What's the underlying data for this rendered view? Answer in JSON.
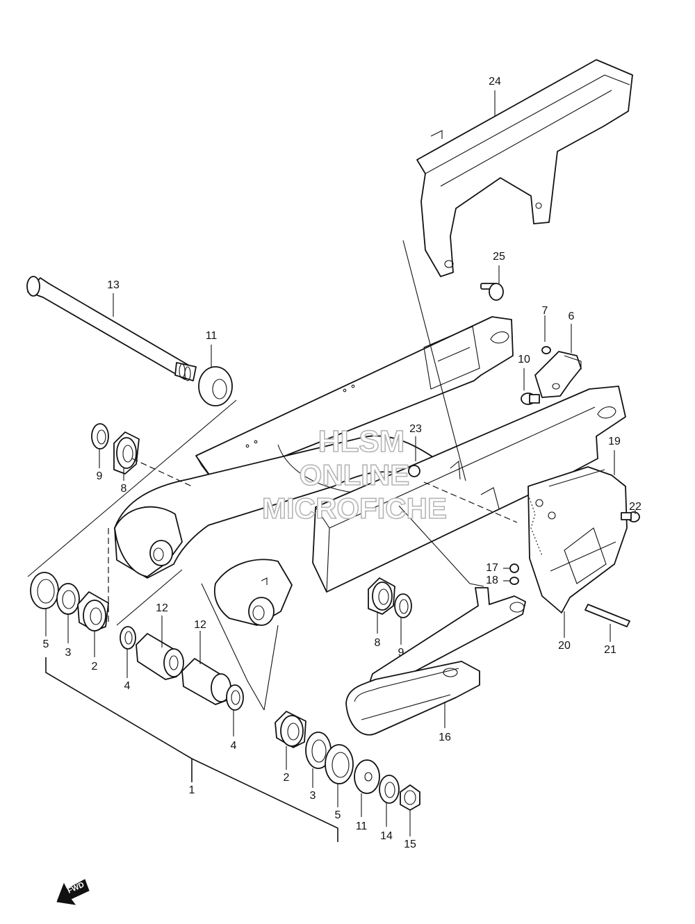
{
  "parts": [
    {
      "id": "p1",
      "label": "1"
    },
    {
      "id": "p2a",
      "label": "2"
    },
    {
      "id": "p2b",
      "label": "2"
    },
    {
      "id": "p3a",
      "label": "3"
    },
    {
      "id": "p3b",
      "label": "3"
    },
    {
      "id": "p4a",
      "label": "4"
    },
    {
      "id": "p4b",
      "label": "4"
    },
    {
      "id": "p5a",
      "label": "5"
    },
    {
      "id": "p5b",
      "label": "5"
    },
    {
      "id": "p6",
      "label": "6"
    },
    {
      "id": "p7",
      "label": "7"
    },
    {
      "id": "p8a",
      "label": "8"
    },
    {
      "id": "p8b",
      "label": "8"
    },
    {
      "id": "p9a",
      "label": "9"
    },
    {
      "id": "p9b",
      "label": "9"
    },
    {
      "id": "p10",
      "label": "10"
    },
    {
      "id": "p11a",
      "label": "11"
    },
    {
      "id": "p11b",
      "label": "11"
    },
    {
      "id": "p12a",
      "label": "12"
    },
    {
      "id": "p12b",
      "label": "12"
    },
    {
      "id": "p13",
      "label": "13"
    },
    {
      "id": "p14",
      "label": "14"
    },
    {
      "id": "p15",
      "label": "15"
    },
    {
      "id": "p16",
      "label": "16"
    },
    {
      "id": "p17",
      "label": "17"
    },
    {
      "id": "p18",
      "label": "18"
    },
    {
      "id": "p19",
      "label": "19"
    },
    {
      "id": "p20",
      "label": "20"
    },
    {
      "id": "p21",
      "label": "21"
    },
    {
      "id": "p22",
      "label": "22"
    },
    {
      "id": "p23",
      "label": "23"
    },
    {
      "id": "p24",
      "label": "24"
    },
    {
      "id": "p25",
      "label": "25"
    }
  ],
  "watermark": {
    "line1": "HLSM",
    "line2": "ONLINE",
    "line3": "MICROFICHE"
  },
  "fwd": "FWD"
}
